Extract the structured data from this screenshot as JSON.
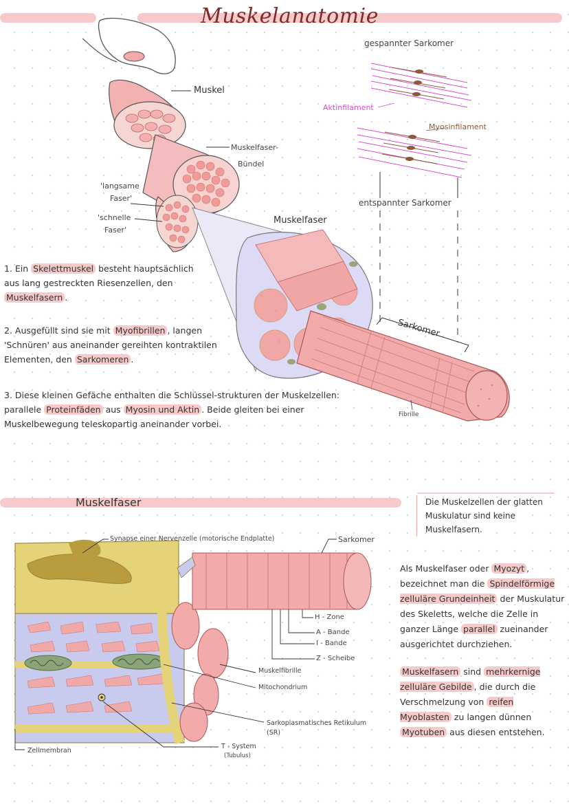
{
  "title": "Muskelanatomie",
  "top_diagram": {
    "labels": {
      "muskel": "Muskel",
      "buendel_1": "Muskelfaser-",
      "buendel_2": "Bündel",
      "langsame_1": "'langsame",
      "langsame_2": "Faser'",
      "schnelle_1": "'schnelle",
      "schnelle_2": "Faser'",
      "muskelfaser": "Muskelfaser",
      "sarkomer": "Sarkomer",
      "fibrille": "Fibrille",
      "gespannter": "gespannter Sarkomer",
      "aktin": "Aktinfilament",
      "myosin": "Myosinfilament",
      "entspannter": "entspannter Sarkomer"
    }
  },
  "notes": [
    {
      "pre": "1. Ein ",
      "h1": "Skelettmuskel",
      "mid": " besteht hauptsächlich aus lang gestreckten Riesenzellen, den ",
      "h2": "Muskelfasern",
      "post": "."
    },
    {
      "pre": "2. Ausgefüllt sind sie mit ",
      "h1": "Myofibrillen",
      "mid": ", langen 'Schnüren' aus aneinander gereihten kontraktilen Elementen, den ",
      "h2": "Sarkomeren",
      "post": "."
    },
    {
      "pre": "3. Diese kleinen Gefäche enthalten die Schlüssel-strukturen der Muskelzellen: parallele ",
      "h1": "Proteinfäden",
      "mid": " aus ",
      "h2": "Myosin und Aktin",
      "post": ". Beide gleiten bei einer Muskelbewegung teleskopartig aneinander vorbei."
    }
  ],
  "section2": {
    "title": "Muskelfaser",
    "boxed_note": "Die Muskelzellen der glatten Muskulatur sind keine Muskelfasern.",
    "para1": {
      "pre": "Als Muskelfaser oder ",
      "h1": "Myozyt",
      "mid": ", bezeichnet man die ",
      "h2": "Spindelförmige zelluläre Grundeinheit",
      "mid2": " der Muskulatur des Skeletts, welche die Zelle in ganzer Länge ",
      "h3": "parallel",
      "post": " zueinander ausgerichtet durchziehen."
    },
    "para2": {
      "h1": "Muskelfasern",
      "mid": " sind ",
      "h2": "mehrkernige zelluläre Gebilde",
      "mid2": ", die durch die Verschmelzung von ",
      "h3": "reifen Myoblasten",
      "mid3": " zu langen dünnen ",
      "h4": "Myotuben",
      "post": " aus diesen entstehen."
    },
    "labels": {
      "synapse": "Synapse einer Nervenzelle (motorische Endplatte)",
      "sarkomer": "Sarkomer",
      "hzone": "H - Zone",
      "abande": "A - Bande",
      "ibande": "I - Bande",
      "zscheibe": "Z - Scheibe",
      "muskelfibrille": "Muskelfibrille",
      "mitochondrium": "Mitochondrium",
      "sr_1": "Sarkoplasmatisches Retikulum",
      "sr_2": "(SR)",
      "tsystem_1": "T - System",
      "tsystem_2": "(Tubulus)",
      "zellmembran": "Zellmembran"
    }
  },
  "colors": {
    "band": "#f6cacb",
    "highlight": "#f7c9c9",
    "muscle": "#f0a5a5",
    "muscle_dark": "#e08888",
    "aktin": "#d850c8",
    "myosin": "#8a5a3a",
    "membrane": "#e5d37a",
    "sarcoplasm": "#c9cbee",
    "mito": "#8aa57a"
  }
}
